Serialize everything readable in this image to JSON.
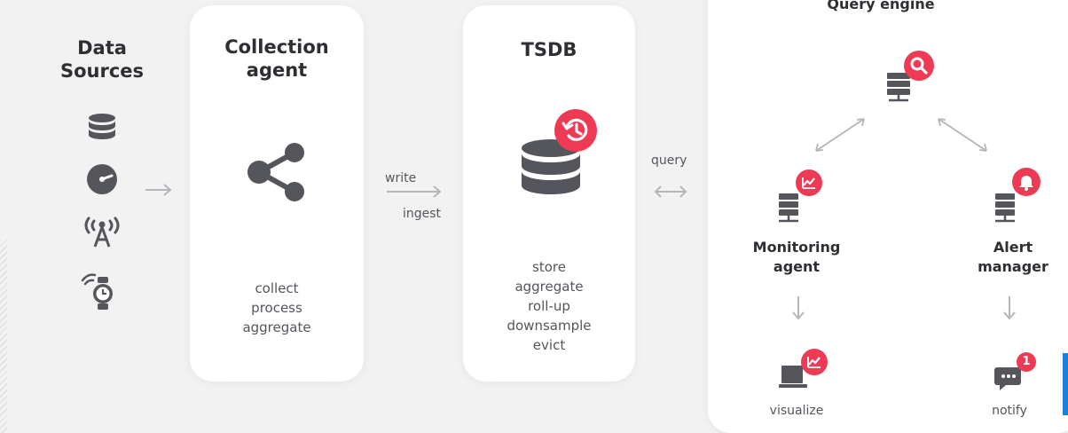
{
  "data_sources": {
    "title_line1": "Data",
    "title_line2": "Sources",
    "icons": [
      "database-icon",
      "gauge-icon",
      "antenna-icon",
      "smartwatch-icon"
    ]
  },
  "collection_agent": {
    "title_line1": "Collection",
    "title_line2": "agent",
    "ops": [
      "collect",
      "process",
      "aggregate"
    ]
  },
  "flow": {
    "write": "write",
    "ingest": "ingest",
    "query": "query"
  },
  "tsdb": {
    "title": "TSDB",
    "ops": [
      "store",
      "aggregate",
      "roll-up",
      "downsample",
      "evict"
    ]
  },
  "query_engine": {
    "title": "Query engine",
    "monitoring_agent": {
      "line1": "Monitoring",
      "line2": "agent"
    },
    "alert_manager": {
      "line1": "Alert",
      "line2": "manager"
    },
    "visualize": "visualize",
    "notify": "notify",
    "notify_badge": "1"
  },
  "colors": {
    "background": "#f2f2f3",
    "card": "#ffffff",
    "icon_gray": "#55555c",
    "accent_red": "#ee3a55",
    "arrow_gray": "#b5b5bb",
    "edge_blue": "#1e7fd6"
  }
}
